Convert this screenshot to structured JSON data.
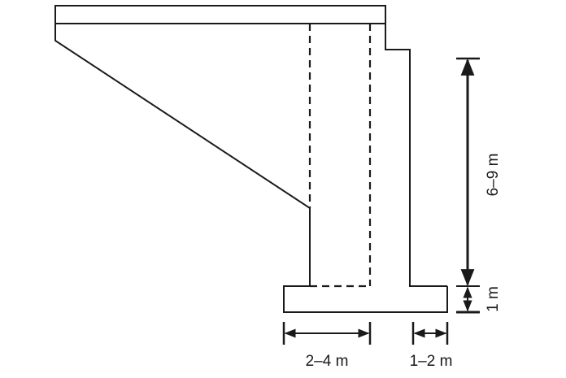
{
  "diagram": {
    "type": "retaining wall / bridge abutment cross-section",
    "stroke_color": "#1a1a1a",
    "dimensions": {
      "stem_height": "6–9 m",
      "footing_thickness": "1 m",
      "heel_width": "2–4 m",
      "toe_width": "1–2 m"
    }
  }
}
